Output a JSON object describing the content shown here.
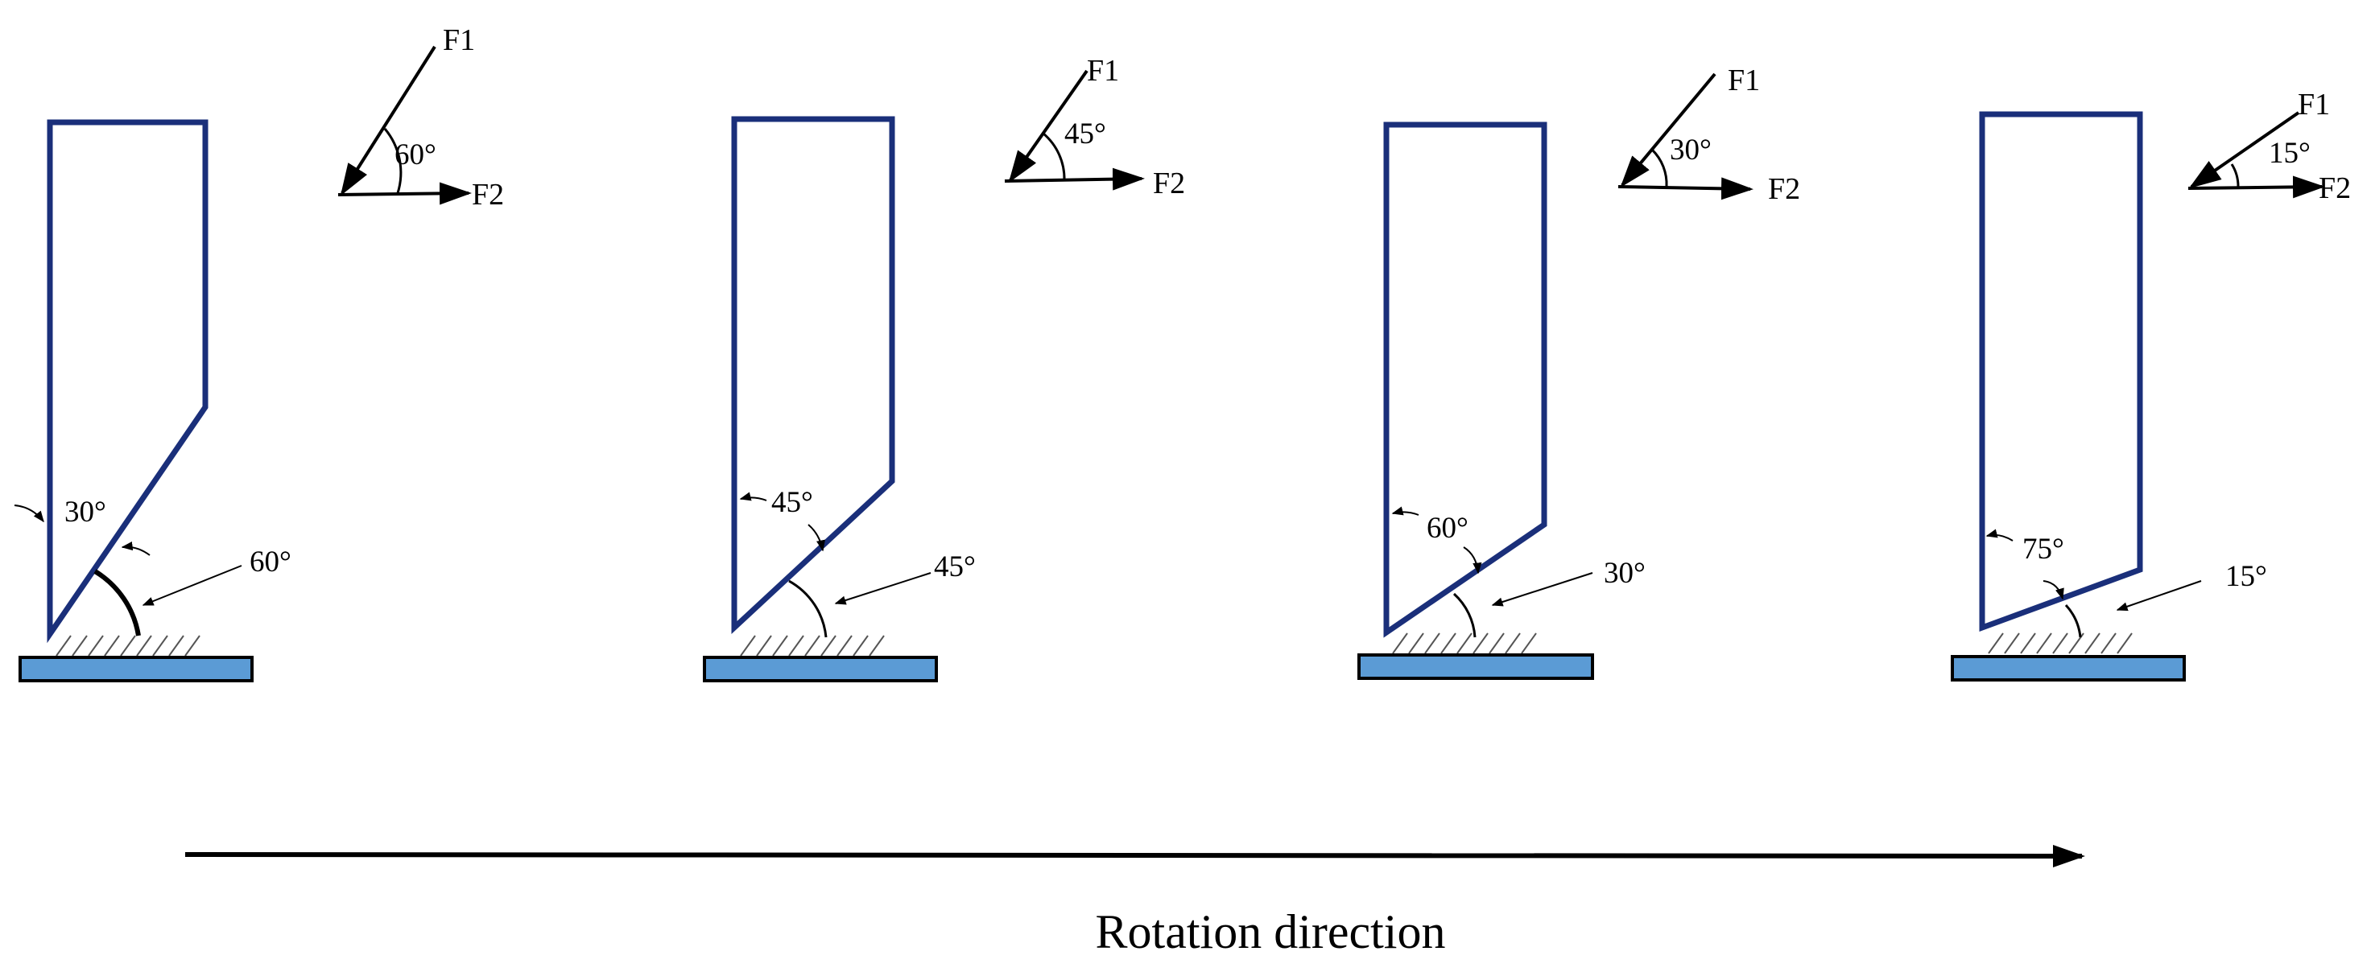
{
  "colors": {
    "blade_outline": "#1a2f7a",
    "substrate_fill": "#5b9bd5",
    "line": "#000000"
  },
  "force_labels": {
    "f1": "F1",
    "f2": "F2"
  },
  "stages": [
    {
      "force_angle": "60°",
      "tool_angle": "30°",
      "contact_angle": "60°"
    },
    {
      "force_angle": "45°",
      "tool_angle": "45°",
      "contact_angle": "45°"
    },
    {
      "force_angle": "30°",
      "tool_angle": "60°",
      "contact_angle": "30°"
    },
    {
      "force_angle": "15°",
      "tool_angle": "75°",
      "contact_angle": "15°"
    }
  ],
  "caption": "Rotation direction"
}
